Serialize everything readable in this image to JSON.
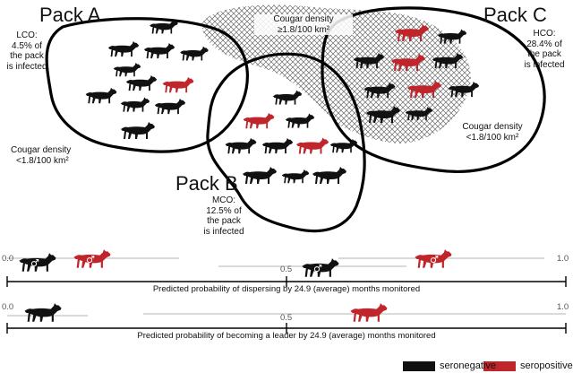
{
  "colors": {
    "seronegative": "#111111",
    "seropositive": "#c0252b",
    "outline": "#000000",
    "hatch": "#6b6b6b",
    "range_line": "#b5b5b5"
  },
  "packs": {
    "a": {
      "title": "Pack A",
      "code": "LCO:",
      "percent_line": "4.5% of",
      "line2": "the pack",
      "line3": "is infected"
    },
    "b": {
      "title": "Pack B",
      "code": "MCO:",
      "percent_line": "12.5% of",
      "line2": "the pack",
      "line3": "is infected"
    },
    "c": {
      "title": "Pack C",
      "code": "HCO:",
      "percent_line": "28.4% of",
      "line2": "the pack",
      "line3": "is infected"
    }
  },
  "cougar": {
    "high_line1": "Cougar density",
    "high_line2": "≥1.8/100 km²",
    "low_left_line1": "Cougar density",
    "low_left_line2": "<1.8/100 km²",
    "low_right_line1": "Cougar density",
    "low_right_line2": "<1.8/100 km²"
  },
  "axes": {
    "dispersal": {
      "tick_left": "0.0",
      "tick_mid": "0.5",
      "tick_right": "1.0",
      "caption": "Predicted probability of dispersing by 24.9 (average) months monitored",
      "seronegative_estimate": 0.58,
      "seropositive_estimate": 0.76
    },
    "leader": {
      "tick_left": "0.0",
      "tick_mid": "0.5",
      "tick_right": "1.0",
      "caption": "Predicted probability of becoming a leader by 24.9 (average) months monitored",
      "seronegative_estimate": 0.05,
      "seropositive_estimate": 0.66
    }
  },
  "legend": {
    "seronegative": "seronegative",
    "seropositive": "seropositive"
  }
}
